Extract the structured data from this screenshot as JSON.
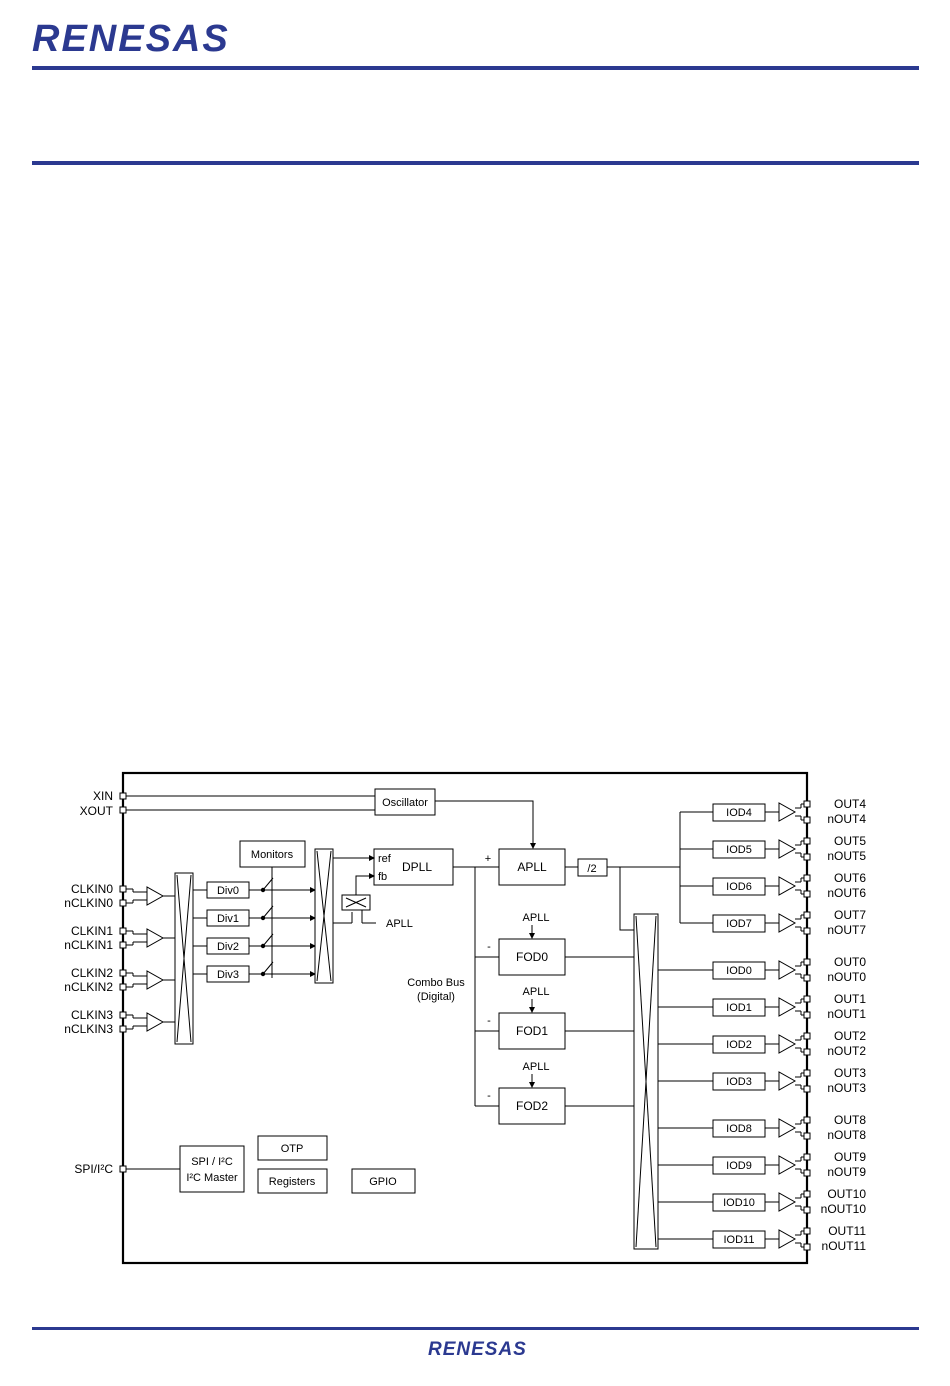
{
  "header": {
    "logo_text": "RENESAS",
    "brand_color": "#2b3990"
  },
  "footer": {
    "logo_text": "RENESAS"
  },
  "diagram": {
    "pins_in": {
      "xin": "XIN",
      "xout": "XOUT",
      "clk": [
        {
          "p": "CLKIN0",
          "n": "nCLKIN0"
        },
        {
          "p": "CLKIN1",
          "n": "nCLKIN1"
        },
        {
          "p": "CLKIN2",
          "n": "nCLKIN2"
        },
        {
          "p": "CLKIN3",
          "n": "nCLKIN3"
        }
      ],
      "spi": "SPI/I²C"
    },
    "blocks": {
      "oscillator": "Oscillator",
      "monitors": "Monitors",
      "dividers": [
        "Div0",
        "Div1",
        "Div2",
        "Div3"
      ],
      "dpll": "DPLL",
      "dpll_ref": "ref",
      "dpll_fb": "fb",
      "apll": "APLL",
      "apll_label": "APLL",
      "div2": "/2",
      "fods": [
        "FOD0",
        "FOD1",
        "FOD2"
      ],
      "combo_bus": [
        "Combo Bus",
        "(Digital)"
      ],
      "spi_master": [
        "SPI / I²C",
        "I²C Master"
      ],
      "otp": "OTP",
      "registers": "Registers",
      "gpio": "GPIO",
      "plus": "+",
      "minus": "-"
    },
    "outputs": [
      {
        "iod": "IOD4",
        "p": "OUT4",
        "n": "nOUT4"
      },
      {
        "iod": "IOD5",
        "p": "OUT5",
        "n": "nOUT5"
      },
      {
        "iod": "IOD6",
        "p": "OUT6",
        "n": "nOUT6"
      },
      {
        "iod": "IOD7",
        "p": "OUT7",
        "n": "nOUT7"
      },
      {
        "iod": "IOD0",
        "p": "OUT0",
        "n": "nOUT0"
      },
      {
        "iod": "IOD1",
        "p": "OUT1",
        "n": "nOUT1"
      },
      {
        "iod": "IOD2",
        "p": "OUT2",
        "n": "nOUT2"
      },
      {
        "iod": "IOD3",
        "p": "OUT3",
        "n": "nOUT3"
      },
      {
        "iod": "IOD8",
        "p": "OUT8",
        "n": "nOUT8"
      },
      {
        "iod": "IOD9",
        "p": "OUT9",
        "n": "nOUT9"
      },
      {
        "iod": "IOD10",
        "p": "OUT10",
        "n": "nOUT10"
      },
      {
        "iod": "IOD11",
        "p": "OUT11",
        "n": "nOUT11"
      }
    ]
  }
}
